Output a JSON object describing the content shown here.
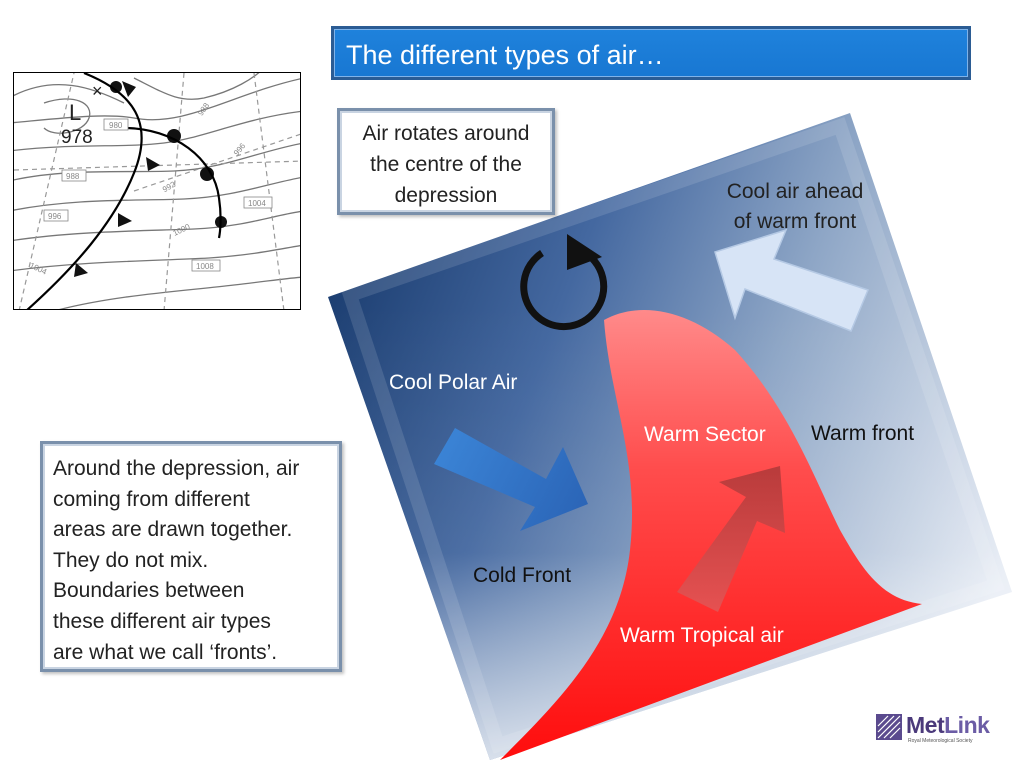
{
  "title": "The different types of air…",
  "rotate_box_lines": [
    "Air rotates around",
    "the centre of the",
    "depression"
  ],
  "info_box_lines": [
    "Around the depression, air",
    "coming from different",
    "areas are drawn together.",
    "They do not mix.",
    "Boundaries between",
    "these different air types",
    "are what we call ‘fronts’."
  ],
  "labels": {
    "cool_air_ahead": [
      "Cool air ahead",
      "of warm front"
    ],
    "cool_polar_air": "Cool Polar Air",
    "warm_sector": "Warm Sector",
    "warm_front": "Warm front",
    "cold_front": "Cold Front",
    "warm_tropical_air": "Warm Tropical air"
  },
  "weather_map": {
    "low_symbol": "L",
    "low_cross": "×",
    "low_pressure": "978",
    "isobar_labels": [
      "980",
      "988",
      "988",
      "996",
      "992",
      "996",
      "1000",
      "1004",
      "1004",
      "1008"
    ]
  },
  "logo": {
    "name_met": "Met",
    "name_link": "Link",
    "subtitle": "Royal Meteorological Society"
  },
  "colors": {
    "title_bg": "#1877d2",
    "cool_air_dark": "#1f4478",
    "warm_sector": "#ff2222",
    "cool_arrow": "#2e74c9",
    "warm_arrow": "#b83a3a",
    "logo": "#4b3a7b"
  }
}
